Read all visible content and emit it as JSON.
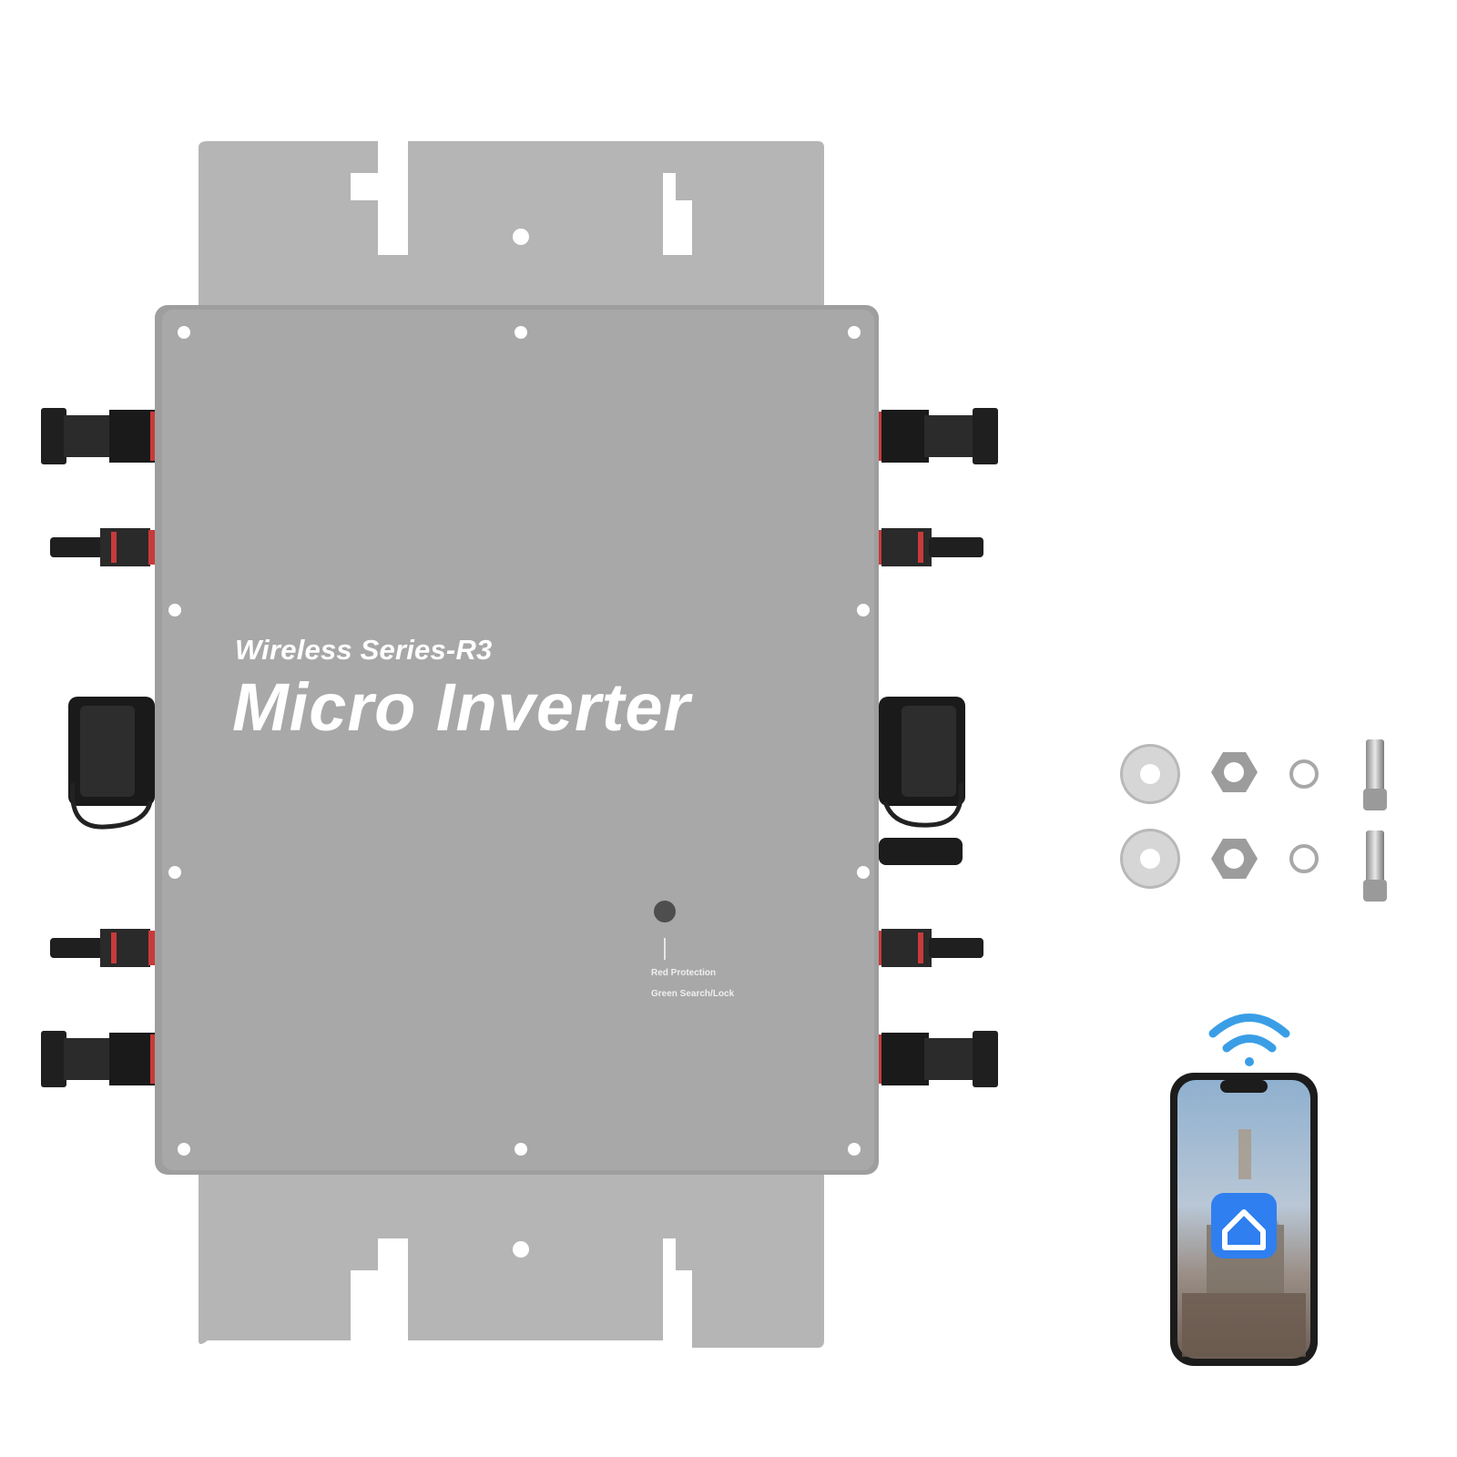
{
  "product": {
    "series": "Wireless Series-R3",
    "title": "Micro Inverter",
    "led_labels": [
      "Red Protection",
      "Green Search/Lock"
    ]
  },
  "colors": {
    "panel": "#a8a8a8",
    "plate": "#b5b5b5",
    "connector": "#1f1f1f",
    "seal": "#c83a3a",
    "wifi": "#3a9ee6",
    "app_icon": "#2f7ff0"
  },
  "icons": {
    "wifi": "wifi-icon",
    "app": "smart-home-icon"
  }
}
